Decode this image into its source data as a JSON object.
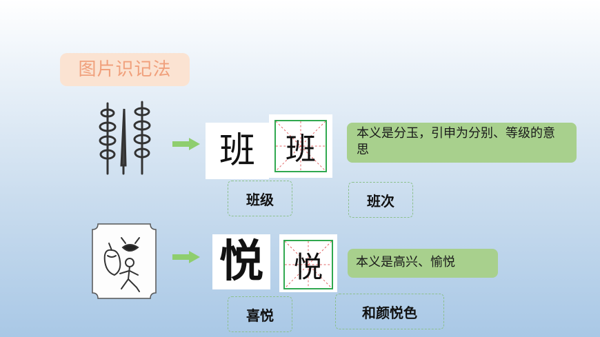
{
  "section_title": "图片识记法",
  "rows": [
    {
      "character": "班",
      "meaning": "本义是分玉，引申为分别、等级的意思",
      "words": [
        "班级",
        "班次"
      ]
    },
    {
      "character": "悦",
      "meaning": "本义是高兴、愉悦",
      "words": [
        "喜悦",
        "和颜悦色"
      ]
    }
  ],
  "colors": {
    "arrow": "#8fce6e",
    "meaning_bg": "#a8d08d",
    "title_bg": "#fbe3d2",
    "title_text": "#f0a07c",
    "grid_border": "#2fa84f"
  },
  "icons": [
    "arrow-right-icon",
    "ancient-ban-glyph-picture",
    "ancient-yue-glyph-picture"
  ]
}
